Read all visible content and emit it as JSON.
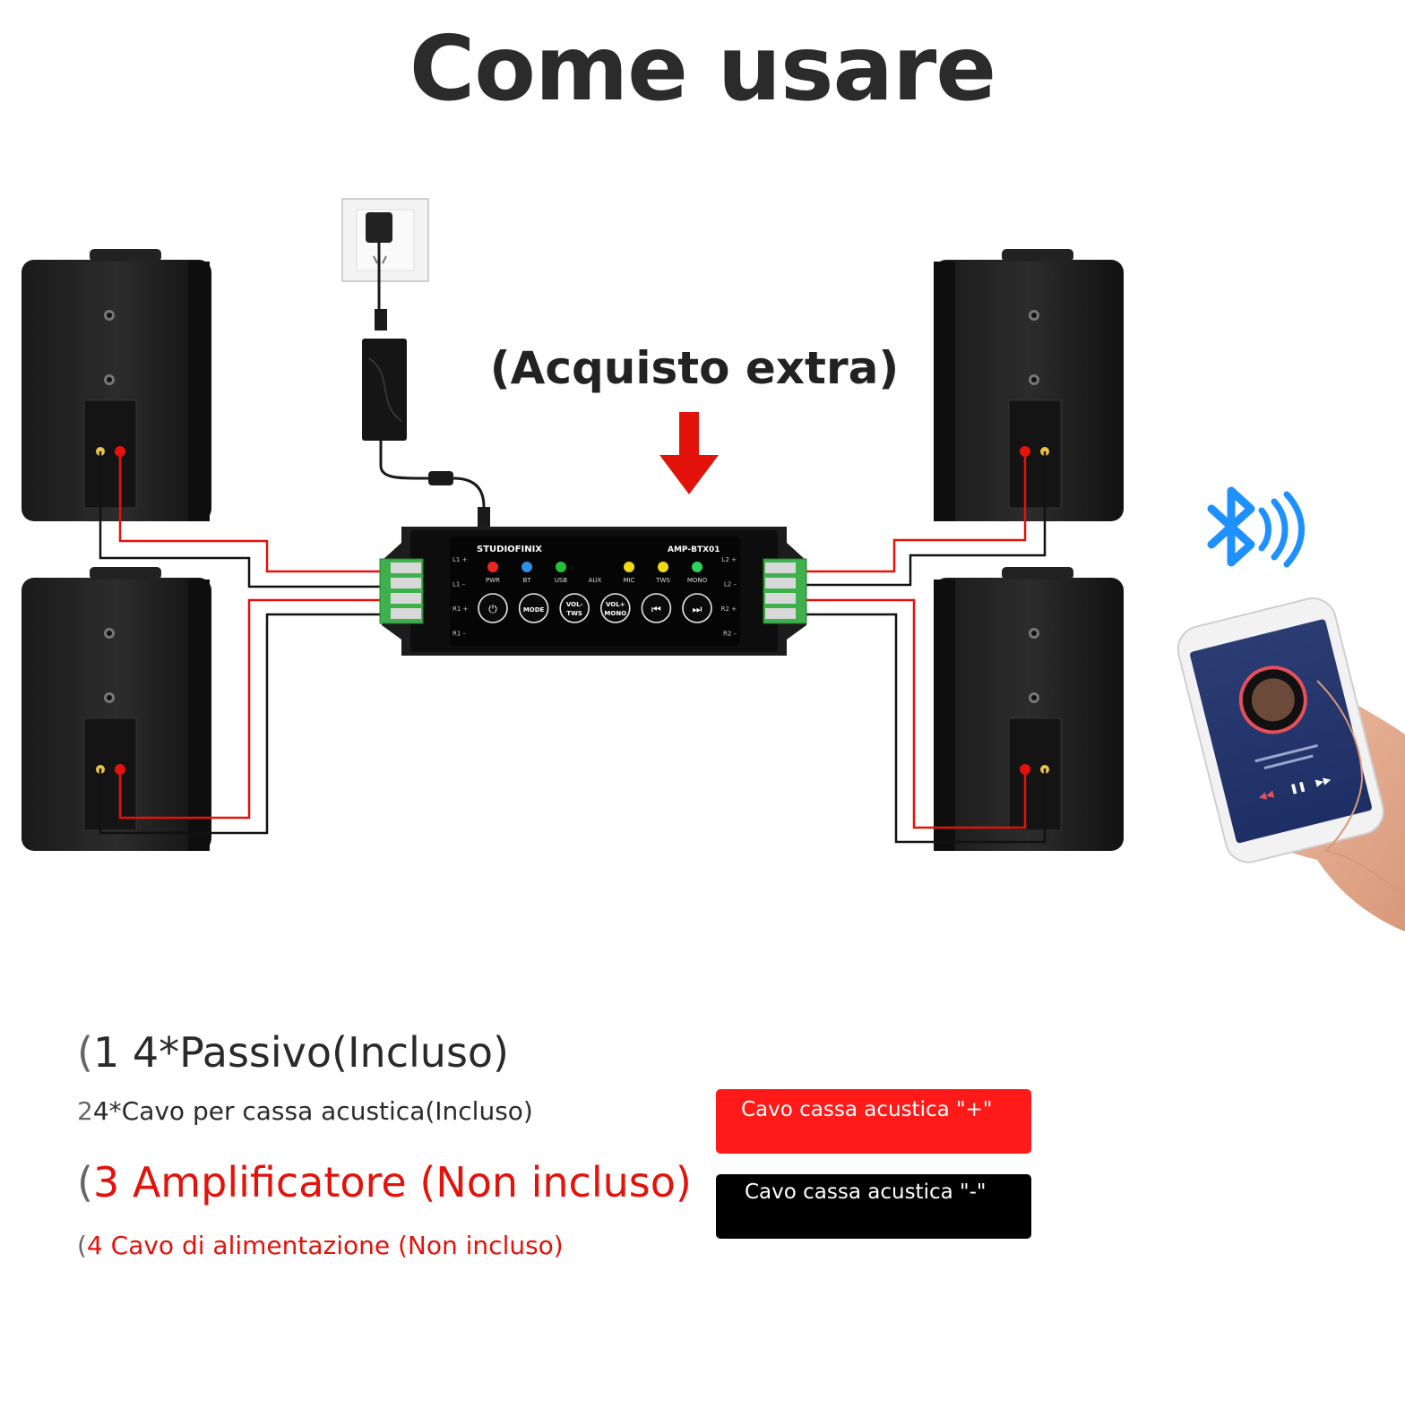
{
  "title": "Come usare",
  "extra_label": "(Acquisto extra)",
  "amplifier": {
    "brand": "STUDIOFINIX",
    "model": "AMP-BTX01",
    "leds": [
      {
        "label": "PWR",
        "color": "#e8271e"
      },
      {
        "label": "BT",
        "color": "#2e8fe6"
      },
      {
        "label": "USB",
        "color": "#28c03a"
      },
      {
        "label": "AUX",
        "color": ""
      },
      {
        "label": "MIC",
        "color": "#f0d816"
      },
      {
        "label": "TWS",
        "color": "#f0d816"
      },
      {
        "label": "MONO",
        "color": "#2ed15a"
      }
    ],
    "buttons": [
      "",
      "MODE",
      "VOL- TWS",
      "VOL+ MONO",
      "",
      ""
    ],
    "left_terminals": [
      "L1 +",
      "L1 –",
      "R1 +",
      "R1 –"
    ],
    "right_terminals": [
      "L2 +",
      "L2 –",
      "R2 +",
      "R2 –"
    ]
  },
  "legend": {
    "item1": {
      "mark": "(",
      "text": "1 4*Passivo(Incluso)"
    },
    "item2": {
      "mark": "2",
      "text": "4*Cavo per cassa acustica(Incluso)"
    },
    "item3": {
      "mark": "(",
      "text": "3 Amplificatore (Non incluso)"
    },
    "item4": {
      "mark": "(",
      "text": "4 Cavo di alimentazione (Non incluso)"
    }
  },
  "wire_key": {
    "positive": "Cavo cassa acustica \"+\"",
    "negative": "Cavo cassa acustica \"-\""
  },
  "colors": {
    "wire_positive": "#e3120b",
    "wire_negative": "#111111",
    "arrow": "#e3120b",
    "bluetooth": "#1e90ff"
  }
}
